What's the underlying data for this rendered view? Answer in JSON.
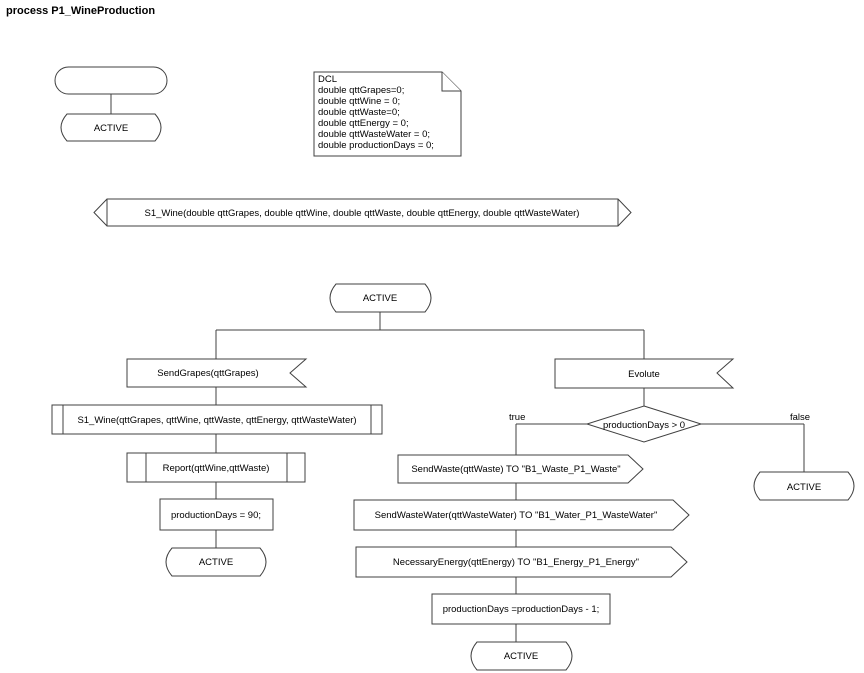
{
  "process": {
    "title": "process P1_WineProduction"
  },
  "start": {
    "state_label": "ACTIVE"
  },
  "declarations": {
    "header": "DCL",
    "lines": [
      "double qttGrapes=0;",
      "double qttWine = 0;",
      "double qttWaste=0;",
      "double qttEnergy = 0;",
      "double qttWasteWater = 0;",
      "double productionDays = 0;"
    ]
  },
  "procedure_def": {
    "label": "S1_Wine(double qttGrapes, double qttWine, double qttWaste, double qttEnergy, double qttWasteWater)"
  },
  "active_state": {
    "label": "ACTIVE"
  },
  "left_branch": {
    "input_signal": "SendGrapes(qttGrapes)",
    "procedure_call": "S1_Wine(qttGrapes, qttWine, qttWaste, qttEnergy, qttWasteWater)",
    "report_call": "Report(qttWine,qttWaste)",
    "task": "productionDays = 90;",
    "next_state": "ACTIVE"
  },
  "right_branch": {
    "input_signal": "Evolute",
    "decision": "productionDays > 0",
    "true_label": "true",
    "false_label": "false",
    "outputs": [
      "SendWaste(qttWaste) TO \"B1_Waste_P1_Waste\"",
      "SendWasteWater(qttWasteWater) TO \"B1_Water_P1_WasteWater\"",
      "NecessaryEnergy(qttEnergy) TO \"B1_Energy_P1_Energy\""
    ],
    "task": "productionDays =productionDays - 1;",
    "true_next_state": "ACTIVE",
    "false_next_state": "ACTIVE"
  },
  "colors": {
    "stroke": "#404040",
    "fill": "#ffffff",
    "text": "#000000"
  }
}
